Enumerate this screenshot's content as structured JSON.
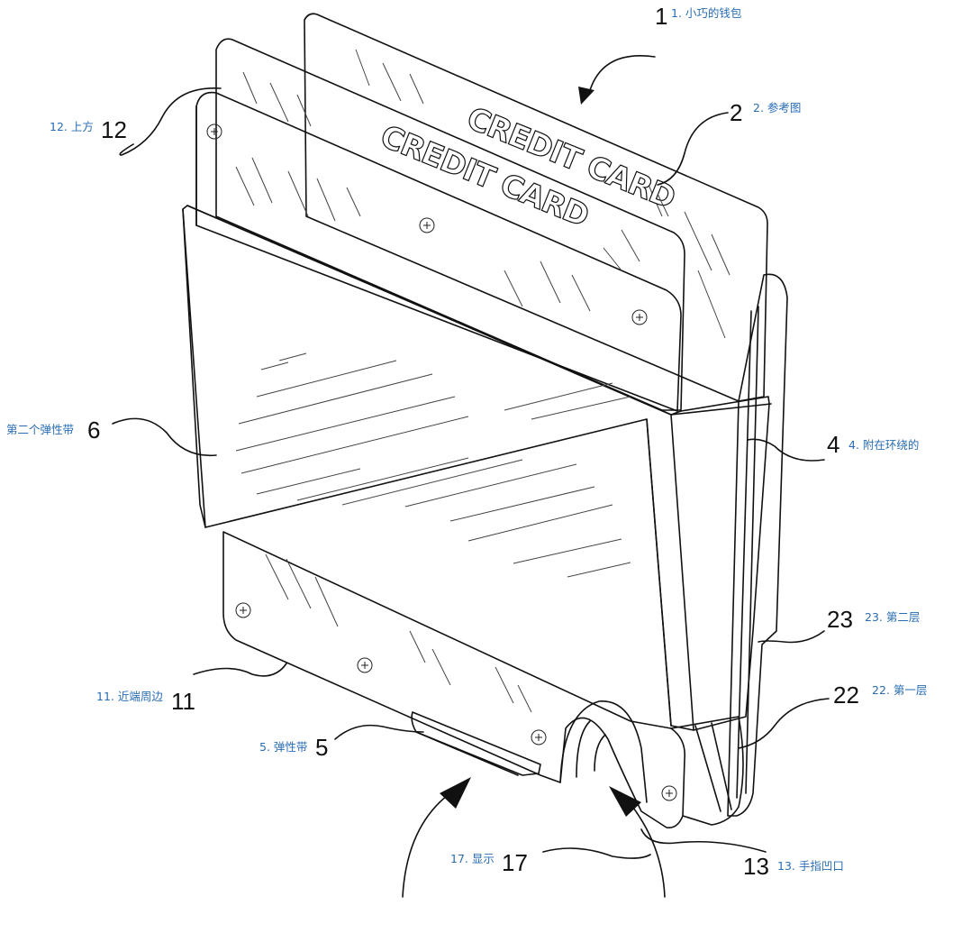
{
  "card_text": [
    "CREDIT CARD",
    "CREDIT CARD"
  ],
  "labels": [
    {
      "id": "1",
      "number": "1",
      "caption": "1. 小巧的钱包"
    },
    {
      "id": "2",
      "number": "2",
      "caption": "2. 参考图"
    },
    {
      "id": "4",
      "number": "4",
      "caption": "4. 附在环绕的"
    },
    {
      "id": "5",
      "number": "5",
      "caption": "5. 弹性带"
    },
    {
      "id": "6",
      "number": "6",
      "caption": "第二个弹性带"
    },
    {
      "id": "11",
      "number": "11",
      "caption": "11. 近端周边"
    },
    {
      "id": "12",
      "number": "12",
      "caption": "12. 上方"
    },
    {
      "id": "13",
      "number": "13",
      "caption": "13. 手指凹口"
    },
    {
      "id": "17",
      "number": "17",
      "caption": "17. 显示"
    },
    {
      "id": "22",
      "number": "22",
      "caption": "22. 第一层"
    },
    {
      "id": "23",
      "number": "23",
      "caption": "23. 第二层"
    }
  ]
}
